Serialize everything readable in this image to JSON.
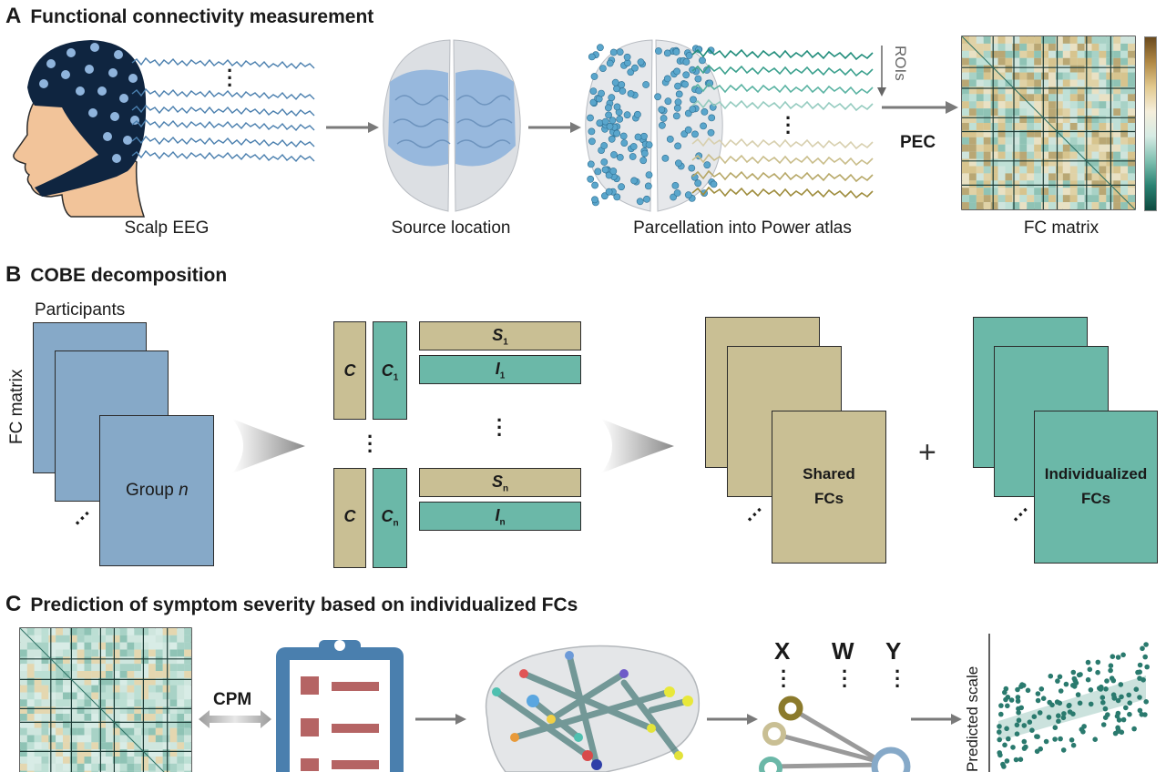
{
  "panels": {
    "a": {
      "letter": "A",
      "title": "Functional connectivity measurement",
      "captions": {
        "scalp": "Scalp EEG",
        "source": "Source location",
        "parcellation": "Parcellation into Power atlas",
        "fc": "FC matrix"
      },
      "rois_label": "ROIs",
      "pec_label": "PEC"
    },
    "b": {
      "letter": "B",
      "title": "COBE decomposition",
      "participants_label": "Participants",
      "fc_matrix_label": "FC matrix",
      "group_label": "Group",
      "group_n": "n",
      "c_label": "C",
      "c1_main": "C",
      "c1_sub": "1",
      "cn_main": "C",
      "cn_sub": "n",
      "s1_main": "S",
      "s1_sub": "1",
      "i1_main": "I",
      "i1_sub": "1",
      "sn_main": "S",
      "sn_sub": "n",
      "in_main": "I",
      "in_sub": "n",
      "shared_line1": "Shared",
      "shared_line2": "FCs",
      "indiv_line1": "Individualized",
      "indiv_line2": "FCs",
      "plus": "+"
    },
    "c": {
      "letter": "C",
      "title": "Prediction of symptom severity based on individualized FCs",
      "cpm_label": "CPM",
      "x_label": "X",
      "w_label": "W",
      "y_label": "Y",
      "predicted_label": "Predicted scale"
    }
  },
  "colors": {
    "tan": "#c9bf94",
    "teal": "#6bb8a8",
    "blue": "#86a9c8",
    "navy": "#0f2540",
    "brain_blue": "#8fb4dc",
    "arrow_gray": "#7a7a7a"
  }
}
